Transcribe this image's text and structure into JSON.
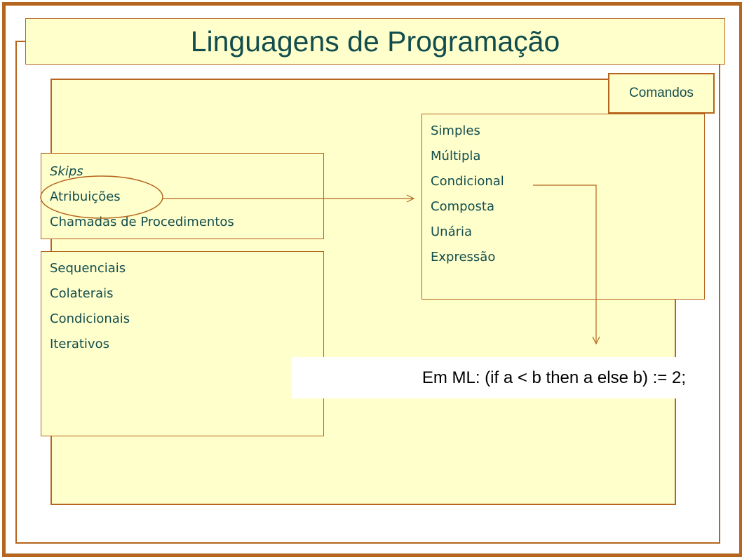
{
  "slide": {
    "title": "Linguagens de Programação",
    "tag": "Comandos"
  },
  "lists": {
    "box1": [
      "Skips",
      "Atribuições",
      "Chamadas de Procedimentos"
    ],
    "box2": [
      "Sequenciais",
      "Colaterais",
      "Condicionais",
      "Iterativos"
    ],
    "box3": [
      "Simples",
      "Múltipla",
      "Condicional",
      "Composta",
      "Unária",
      "Expressão"
    ]
  },
  "example": {
    "code": "Em ML: (if a < b then a else b) := 2;"
  },
  "colors": {
    "frame": "#b5651d",
    "box_fill": "#ffffcc",
    "text": "#124d4d"
  }
}
